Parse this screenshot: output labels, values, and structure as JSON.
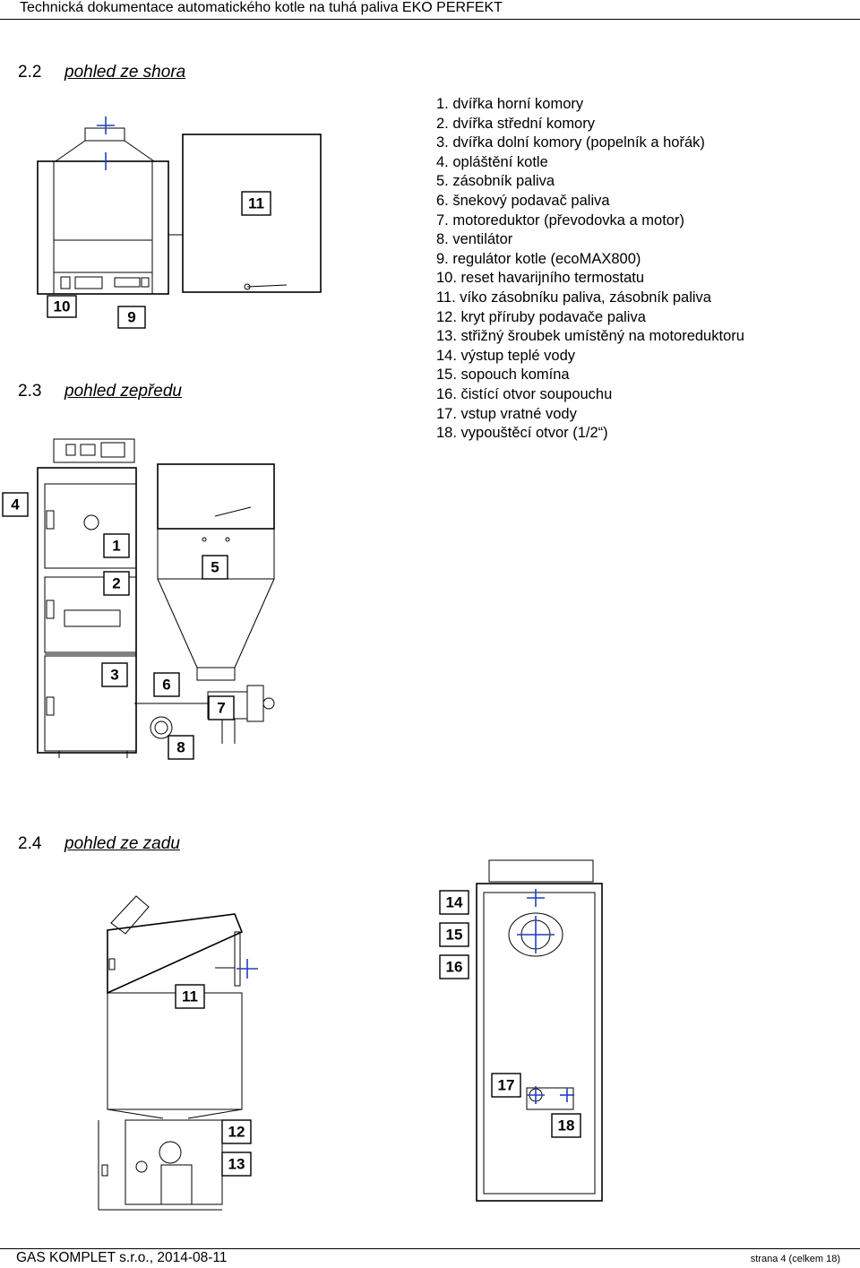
{
  "header": {
    "title": "Technická dokumentace automatického kotle na tuhá paliva EKO PERFEKT"
  },
  "sections": {
    "top": {
      "num": "2.2",
      "title": "pohled ze shora"
    },
    "front": {
      "num": "2.3",
      "title": "pohled zepředu"
    },
    "back": {
      "num": "2.4",
      "title": "pohled ze zadu"
    }
  },
  "legend": [
    "1. dvířka horní komory",
    "2. dvířka střední komory",
    "3. dvířka dolní komory (popelník a hořák)",
    "4. opláštění kotle",
    "5. zásobník paliva",
    "6. šnekový podavač paliva",
    "7. motoreduktor (převodovka a  motor)",
    "8. ventilátor",
    "9. regulátor kotle (ecoMAX800)",
    "10. reset havarijního termostatu",
    "11. víko zásobníku paliva, zásobník paliva",
    "12. kryt příruby podavače paliva",
    "13. střižný šroubek umístěný na motoreduktoru",
    "14. výstup teplé vody",
    "15. sopouch komína",
    "16. čistící otvor soupouchu",
    "17. vstup vratné vody",
    "18. vypouštěcí otvor (1/2“)"
  ],
  "callouts": {
    "c1": "1",
    "c2": "2",
    "c3": "3",
    "c4": "4",
    "c5": "5",
    "c6": "6",
    "c7": "7",
    "c8": "8",
    "c9": "9",
    "c10": "10",
    "c11_top": "11",
    "c11_back": "11",
    "c12": "12",
    "c13": "13",
    "c14": "14",
    "c15": "15",
    "c16": "16",
    "c17": "17",
    "c18": "18"
  },
  "footer": {
    "company": "GAS KOMPLET s.r.o.,   2014-08-11",
    "page": "strana 4 (celkem 18)"
  }
}
